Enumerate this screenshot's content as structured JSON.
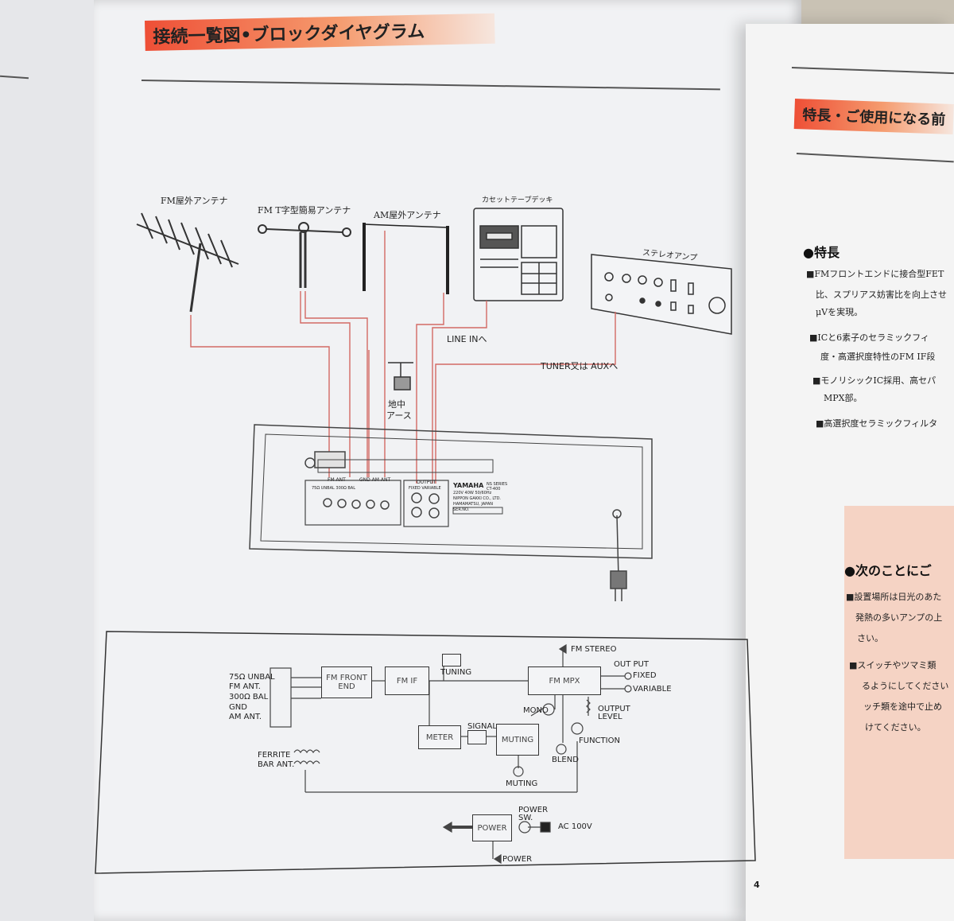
{
  "main_page": {
    "title": "接続一覧図•ブロックダイヤグラム",
    "page_number": "4",
    "connection_diagram": {
      "fm_outdoor_antenna": "FM屋外アンテナ",
      "fm_t_antenna": "FM T字型簡易アンテナ",
      "am_outdoor_antenna": "AM屋外アンテナ",
      "cassette_deck": "カセットテープデッキ",
      "stereo_amp": "ステレオアンプ",
      "line_in": "LINE INへ",
      "tuner_aux": "TUNER又は AUXへ",
      "ground_1": "地中",
      "ground_2": "アース",
      "panel_fm_ant": "FM ANT",
      "panel_gnd_am_ant": "GND AM ANT",
      "panel_75": "75Ω UNBAL 300Ω BAL",
      "panel_output": "OUTPUT",
      "panel_fixed_variable": "FIXED VARIABLE",
      "brand": "YAMAHA",
      "series": "NS SERIES",
      "model": "CT-400",
      "power_spec": "220V 40W 50/60Hz",
      "maker": "NIPPON GAKKI CO., LTD.",
      "origin": "HAMAMATSU, JAPAN",
      "serial": "SER.NO."
    },
    "block_diagram": {
      "input_labels": [
        "75Ω UNBAL",
        "FM ANT.",
        "300Ω BAL",
        "GND",
        "AM ANT."
      ],
      "ferrite_1": "FERRITE",
      "ferrite_2": "BAR ANT.",
      "fm_front_end": "FM FRONT END",
      "fm_if": "FM IF",
      "tuning": "TUNING",
      "fm_mpx": "FM MPX",
      "fm_stereo": "FM STEREO",
      "output_put": "OUT PUT",
      "fixed": "FIXED",
      "variable": "VARIABLE",
      "mono": "MONO",
      "output_level_1": "OUTPUT",
      "output_level_2": "LEVEL",
      "meter": "METER",
      "signal": "SIGNAL",
      "muting_block": "MUTING",
      "muting_lamp": "MUTING",
      "blend": "BLEND",
      "function": "FUNCTION",
      "power_block": "POWER",
      "power_sw_1": "POWER",
      "power_sw_2": "SW.",
      "ac": "AC 100V",
      "power_lamp": "POWER"
    }
  },
  "right_page": {
    "title": "特長・ご使用になる前",
    "features_heading": "●特長",
    "features": [
      "■FMフロントエンドに接合型FET",
      "比、スプリアス妨害比を向上させ",
      "μVを実現。",
      "■ICと6素子のセラミックフィ",
      "度・高選択度特性のFM IF段",
      "■モノリシックIC採用、高セパ",
      "MPX部。",
      "■高選択度セラミックフィルタ"
    ],
    "caution_heading": "●次のことにご",
    "caution": [
      "■設置場所は日光のあた",
      "発熱の多いアンプの上",
      "さい。",
      "■スイッチやツマミ類",
      "るようにしてください",
      "ッチ類を途中で止め",
      "けてください。"
    ]
  }
}
